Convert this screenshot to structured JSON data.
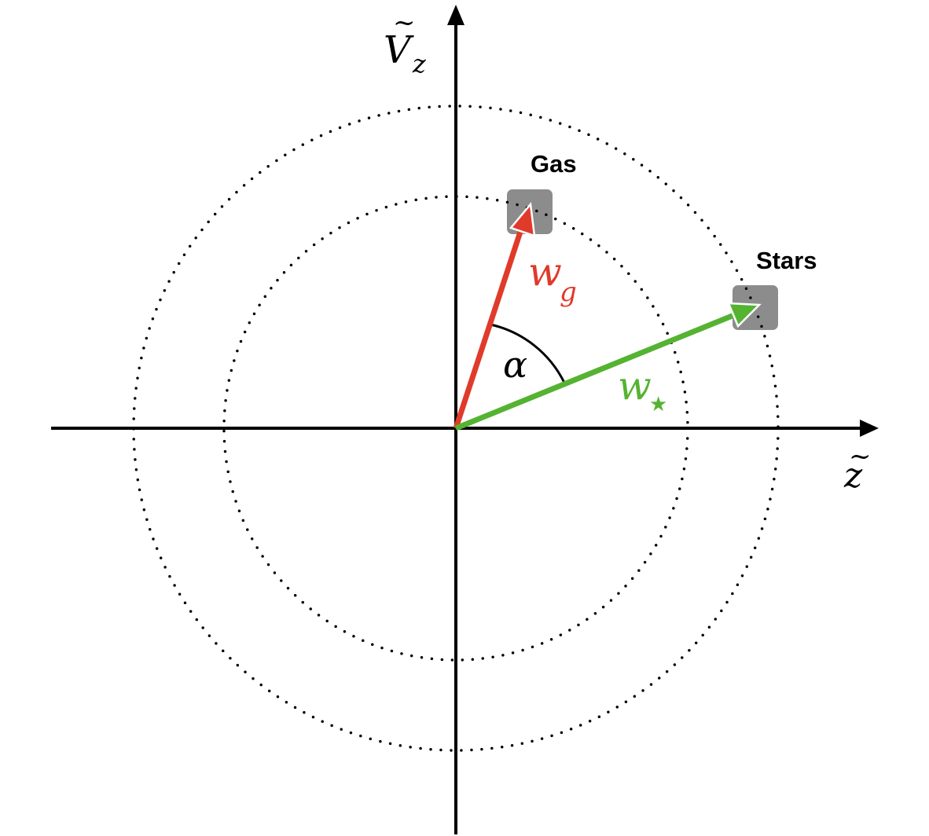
{
  "axes": {
    "x_label": "z",
    "x_label_accent": "~",
    "y_label_main": "V",
    "y_label_accent": "~",
    "y_label_sub": "z"
  },
  "points": {
    "gas_label": "Gas",
    "stars_label": "Stars"
  },
  "vectors": {
    "gas_main": "w",
    "gas_sub": "g",
    "stars_main": "w",
    "stars_sub": "★"
  },
  "angle_label": "α",
  "colors": {
    "axis": "#000000",
    "gas_vector": "#e03a2a",
    "stars_vector": "#55b332",
    "marker": "#8c8c8c"
  }
}
